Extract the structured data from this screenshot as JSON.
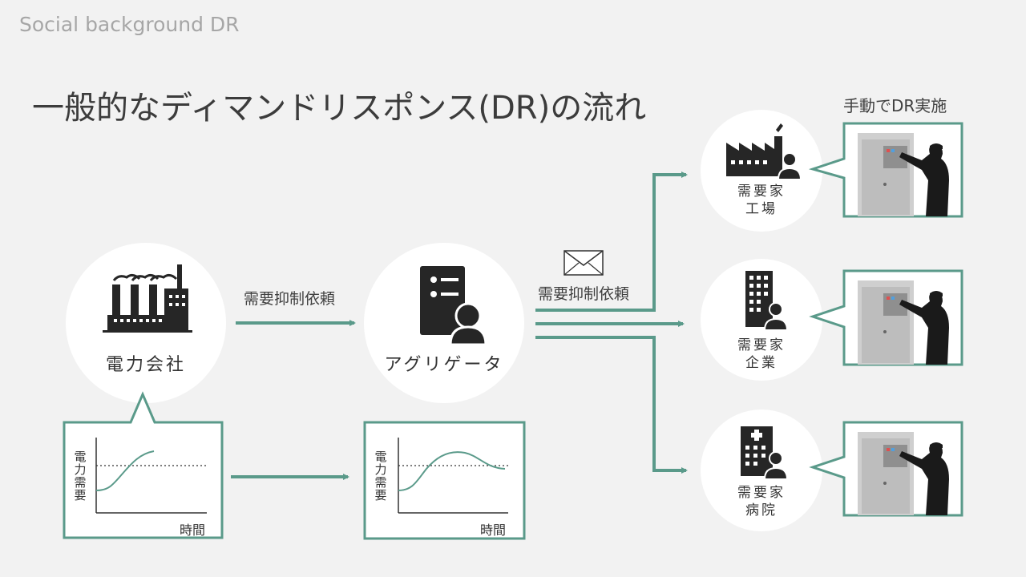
{
  "header": "Social background  DR",
  "title": "一般的なディマンドリスポンス(DR)の流れ",
  "manual_label": "手動でDR実施",
  "request_label_1": "需要抑制依頼",
  "request_label_2": "需要抑制依頼",
  "nodes": {
    "utility": "電力会社",
    "aggregator": "アグリゲータ",
    "factory": {
      "line1": "需要家",
      "line2": "工場"
    },
    "company": {
      "line1": "需要家",
      "line2": "企業"
    },
    "hospital": {
      "line1": "需要家",
      "line2": "病院"
    }
  },
  "charts": [
    {
      "ylabel": "電力需要",
      "xlabel": "時間"
    },
    {
      "ylabel": "電力需要",
      "xlabel": "時間"
    }
  ],
  "colors": {
    "accent": "#5a9a8a",
    "icon": "#262626",
    "background": "#f2f2f2"
  }
}
